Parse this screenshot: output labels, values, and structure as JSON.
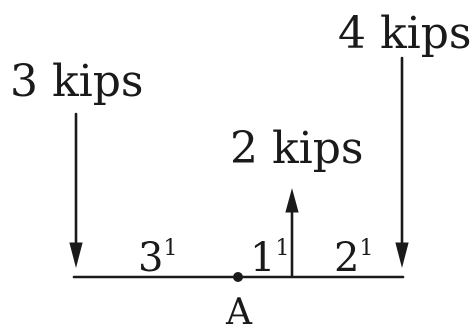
{
  "loads": [
    {
      "label": "3 kips",
      "direction": "down",
      "position_ft": 0
    },
    {
      "label": "2 kips",
      "direction": "up",
      "position_ft": 4
    },
    {
      "label": "4 kips",
      "direction": "down",
      "position_ft": 6
    }
  ],
  "spans": [
    {
      "value": "3",
      "unit_mark": "1"
    },
    {
      "value": "1",
      "unit_mark": "1"
    },
    {
      "value": "2",
      "unit_mark": "1"
    }
  ],
  "point": {
    "label": "A",
    "position_ft": 3
  }
}
